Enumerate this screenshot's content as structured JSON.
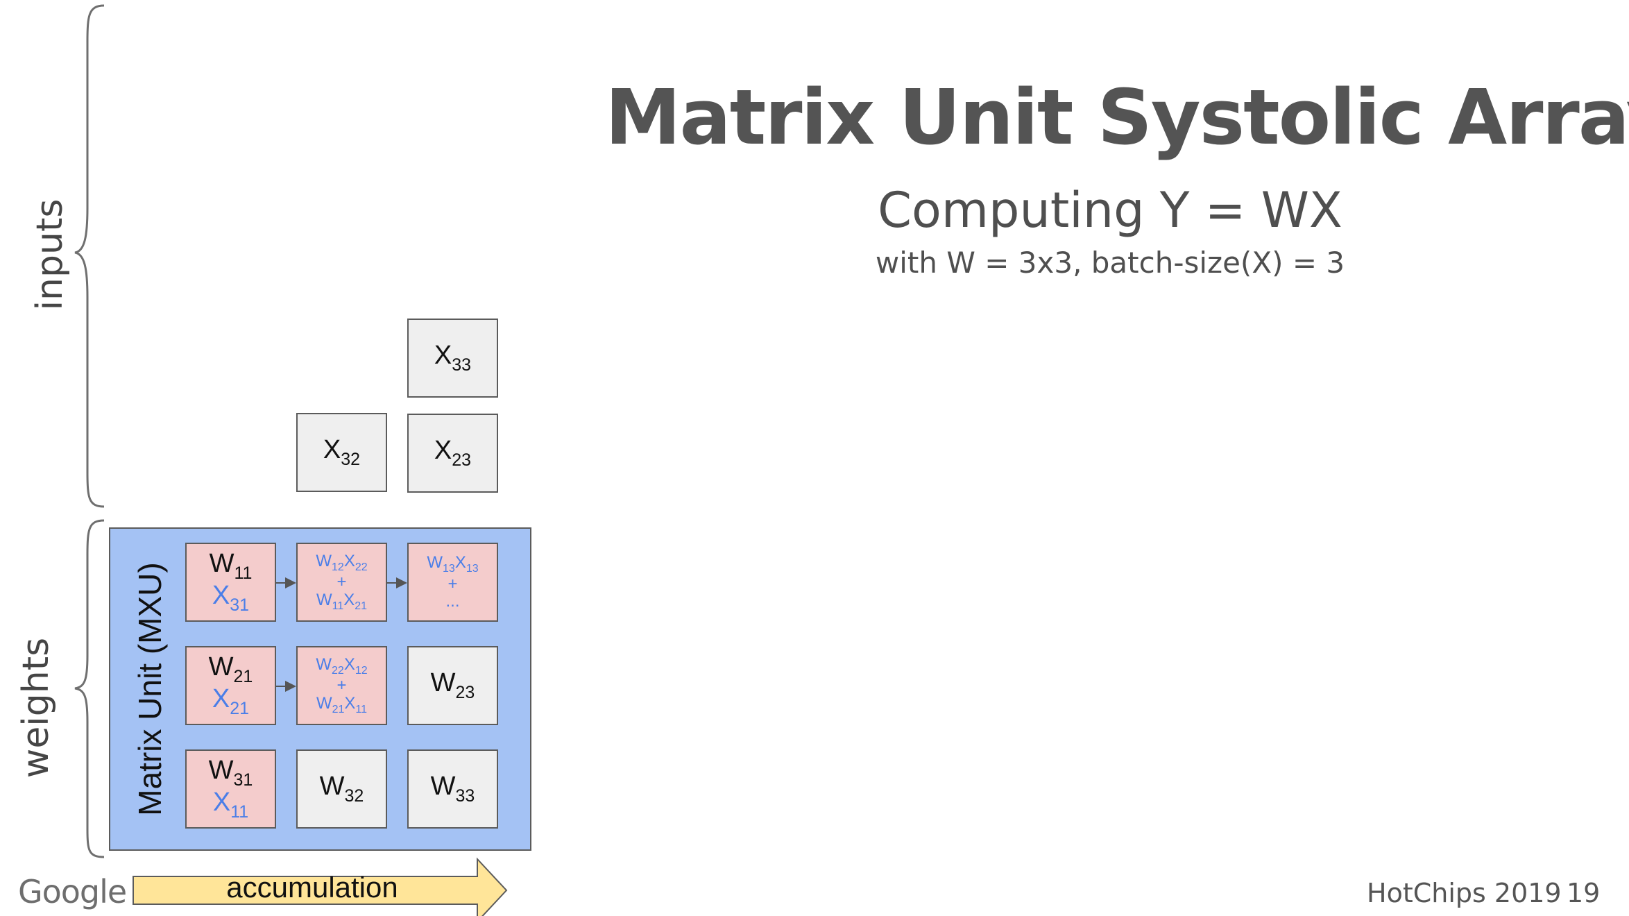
{
  "title": "Matrix Unit Systolic Array",
  "subtitle": "Computing Y = WX",
  "subtitle_detail": "with W = 3x3, batch-size(X) = 3",
  "labels": {
    "inputs": "inputs",
    "weights": "weights",
    "mxu": "Matrix Unit (MXU)",
    "accumulation": "accumulation"
  },
  "inputs": [
    {
      "var": "X",
      "sub": "33"
    },
    {
      "var": "X",
      "sub": "32"
    },
    {
      "var": "X",
      "sub": "23"
    }
  ],
  "cells": {
    "r1c1": {
      "w": "W",
      "w_sub": "11",
      "x": "X",
      "x_sub": "31"
    },
    "r1c2": {
      "a": "W",
      "a1": "12",
      "b": "X",
      "b1": "22",
      "plus": "+",
      "c": "W",
      "c1": "11",
      "d": "X",
      "d1": "21"
    },
    "r1c3": {
      "a": "W",
      "a1": "13",
      "b": "X",
      "b1": "13",
      "plus": "+",
      "ellipsis": "..."
    },
    "r2c1": {
      "w": "W",
      "w_sub": "21",
      "x": "X",
      "x_sub": "21"
    },
    "r2c2": {
      "a": "W",
      "a1": "22",
      "b": "X",
      "b1": "12",
      "plus": "+",
      "c": "W",
      "c1": "21",
      "d": "X",
      "d1": "11"
    },
    "r2c3": {
      "w": "W",
      "w_sub": "23"
    },
    "r3c1": {
      "w": "W",
      "w_sub": "31",
      "x": "X",
      "x_sub": "11"
    },
    "r3c2": {
      "w": "W",
      "w_sub": "32"
    },
    "r3c3": {
      "w": "W",
      "w_sub": "33"
    }
  },
  "footer": {
    "brand": "Google",
    "event": "HotChips 2019",
    "page": "19"
  },
  "colors": {
    "mxu_fill": "#a4c2f4",
    "active_cell": "#f4cccc",
    "idle_cell": "#efefef",
    "arrow_fill": "#ffe599",
    "value_text": "#4a7ee8"
  }
}
